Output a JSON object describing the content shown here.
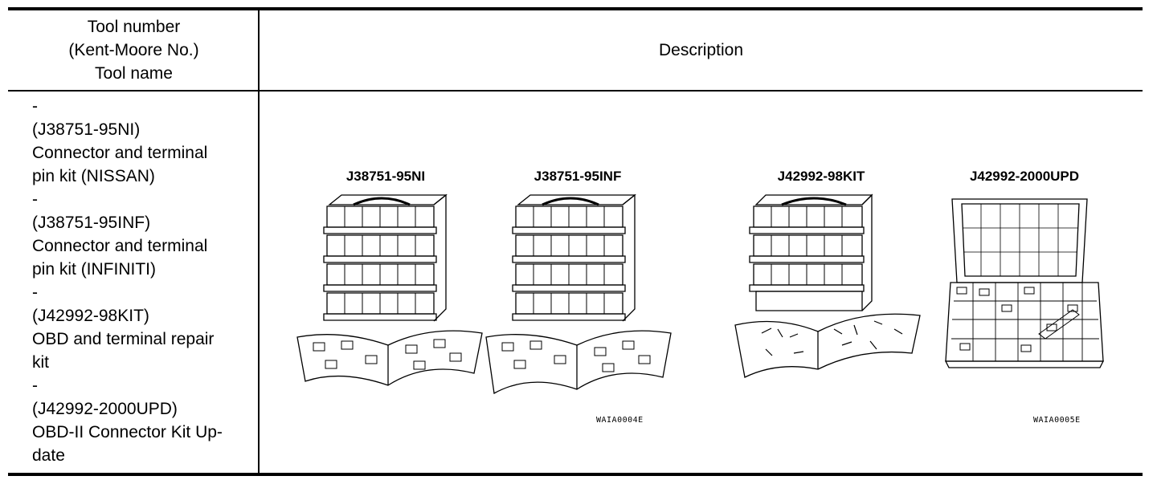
{
  "header": {
    "left_lines": [
      "Tool number",
      "(Kent-Moore No.)",
      "Tool name"
    ],
    "right": "Description"
  },
  "tool_lines": [
    "-",
    "(J38751-95NI)",
    "Connector and terminal",
    "pin kit (NISSAN)",
    "-",
    "(J38751-95INF)",
    "Connector and terminal",
    "pin kit (INFINITI)",
    "-",
    "(J42992-98KIT)",
    "OBD and terminal repair",
    "kit",
    "-",
    "(J42992-2000UPD)",
    "OBD-II Connector Kit Up-",
    "date"
  ],
  "figure": {
    "labels": [
      "J38751-95NI",
      "J38751-95INF",
      "J42992-98KIT",
      "J42992-2000UPD"
    ],
    "codes": [
      "WAIA0004E",
      "WAIA0005E"
    ]
  }
}
